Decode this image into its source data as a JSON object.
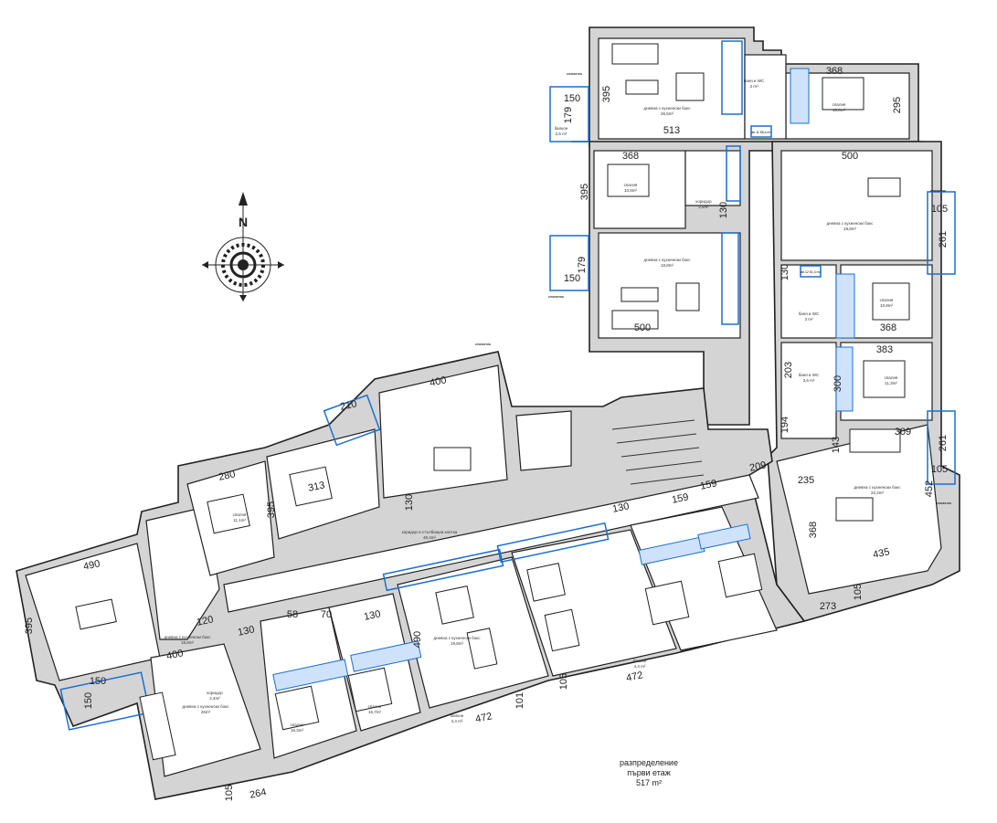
{
  "plan_caption": {
    "line1": "разпределение",
    "line2": "първи етаж",
    "area": "517 m²"
  },
  "compass": {
    "north_label": "N",
    "icon": "compass-rose-icon"
  },
  "colors": {
    "wall": "#d4d4d4",
    "accent": "#1a6fd1",
    "line": "#222222"
  },
  "room_labels": [
    {
      "name": "дневна с кухненски бокс",
      "area": "26,5m²"
    },
    {
      "name": "спалня",
      "area": "10,8m²"
    },
    {
      "name": "баня и WC",
      "area": "3 m²"
    },
    {
      "name": "балкон",
      "area": "2,6 m²"
    },
    {
      "name": "спалня",
      "area": "10,8m²"
    },
    {
      "name": "коридор",
      "area": "2,5m²"
    },
    {
      "name": "дневна с кухненски бокс",
      "area": "18,8m²"
    },
    {
      "name": "дневна с кухненски бокс",
      "area": "19,8m²"
    },
    {
      "name": "спалня",
      "area": "10,8m²"
    },
    {
      "name": "баня и WC",
      "area": "3 m²"
    },
    {
      "name": "спалня",
      "area": "11,3m²"
    },
    {
      "name": "баня и WC",
      "area": "3,6 m²"
    },
    {
      "name": "дневна с кухненски бокс",
      "area": "22,2m²"
    },
    {
      "name": "коридор и стълбищна клетка",
      "area": "48,4m²"
    },
    {
      "name": "дневна с кухненски бокс",
      "area": "19,8m²"
    },
    {
      "name": "спалня",
      "area": "11,1m²"
    },
    {
      "name": "дневна с кухненски бокс",
      "area": "26m²"
    },
    {
      "name": "спалня",
      "area": "16,3m²"
    },
    {
      "name": "спалня",
      "area": "15,7m²"
    },
    {
      "name": "дневна с кухненски бокс",
      "area": "19,8m²"
    },
    {
      "name": "балкон",
      "area": "4,4 m²"
    },
    {
      "name": "балкон",
      "area": "4,4 m²"
    },
    {
      "name": "коридор",
      "area": "2,4m²"
    }
  ],
  "unit_tags": [
    "ап.11 55,4 m²",
    "ап.12 51,4 m²"
  ],
  "ac_label": "климатик",
  "dimensions": [
    "150",
    "179",
    "395",
    "513",
    "368",
    "295",
    "368",
    "395",
    "179",
    "150",
    "500",
    "130",
    "500",
    "105",
    "261",
    "130",
    "368",
    "383",
    "203",
    "300",
    "194",
    "143",
    "309",
    "261",
    "105",
    "452",
    "435",
    "368",
    "235",
    "273",
    "105",
    "209",
    "159",
    "159",
    "130",
    "400",
    "210",
    "280",
    "313",
    "395",
    "130",
    "490",
    "395",
    "400",
    "130",
    "130",
    "490",
    "150",
    "150",
    "472",
    "472",
    "105",
    "101",
    "264",
    "105",
    "120",
    "58",
    "70"
  ]
}
